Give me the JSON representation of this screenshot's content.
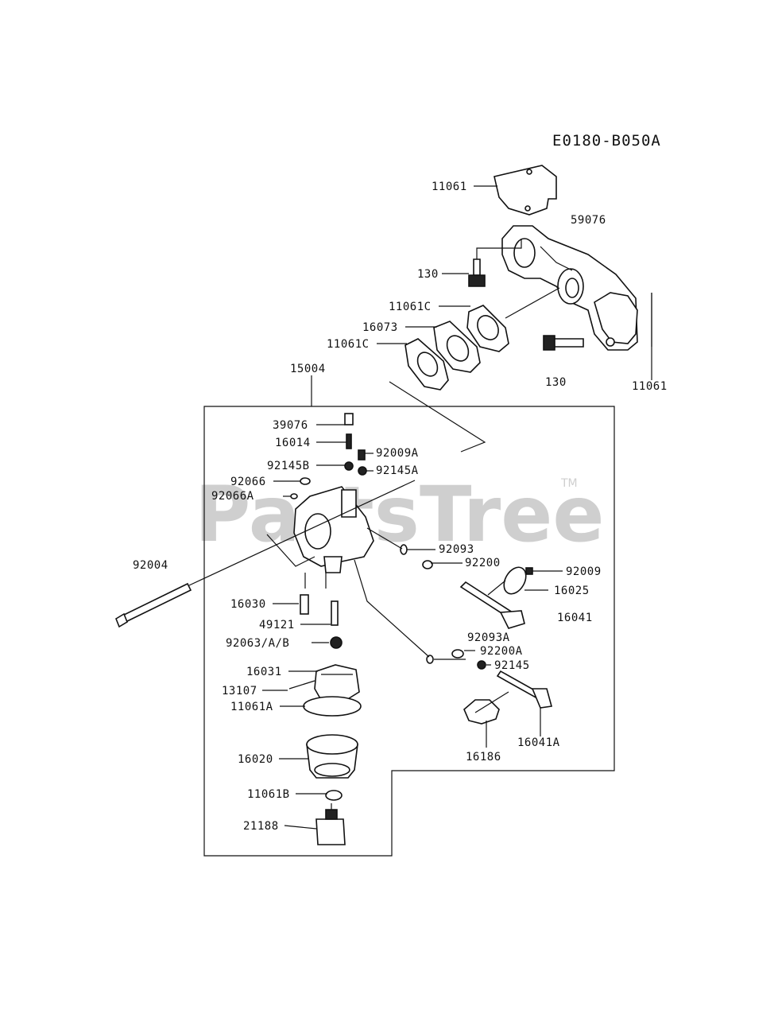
{
  "diagram_code": "E0180-B050A",
  "watermark": {
    "text": "PartsTree",
    "trademark": "TM"
  },
  "callouts": [
    {
      "id": "11061-top",
      "text": "11061"
    },
    {
      "id": "59076",
      "text": "59076"
    },
    {
      "id": "130-top",
      "text": "130"
    },
    {
      "id": "11061C-a",
      "text": "11061C"
    },
    {
      "id": "16073",
      "text": "16073"
    },
    {
      "id": "11061C-b",
      "text": "11061C"
    },
    {
      "id": "130-bolt",
      "text": "130"
    },
    {
      "id": "11061-right",
      "text": "11061"
    },
    {
      "id": "15004",
      "text": "15004"
    },
    {
      "id": "39076",
      "text": "39076"
    },
    {
      "id": "16014",
      "text": "16014"
    },
    {
      "id": "92009A",
      "text": "92009A"
    },
    {
      "id": "92145B",
      "text": "92145B"
    },
    {
      "id": "92145A",
      "text": "92145A"
    },
    {
      "id": "92066",
      "text": "92066"
    },
    {
      "id": "92066A",
      "text": "92066A"
    },
    {
      "id": "92004",
      "text": "92004"
    },
    {
      "id": "92093",
      "text": "92093"
    },
    {
      "id": "92200",
      "text": "92200"
    },
    {
      "id": "92009",
      "text": "92009"
    },
    {
      "id": "16025",
      "text": "16025"
    },
    {
      "id": "16041",
      "text": "16041"
    },
    {
      "id": "16030",
      "text": "16030"
    },
    {
      "id": "49121",
      "text": "49121"
    },
    {
      "id": "92063AB",
      "text": "92063/A/B"
    },
    {
      "id": "92093A",
      "text": "92093A"
    },
    {
      "id": "92200A",
      "text": "92200A"
    },
    {
      "id": "92145",
      "text": "92145"
    },
    {
      "id": "16031",
      "text": "16031"
    },
    {
      "id": "13107",
      "text": "13107"
    },
    {
      "id": "11061A",
      "text": "11061A"
    },
    {
      "id": "16041A",
      "text": "16041A"
    },
    {
      "id": "16186",
      "text": "16186"
    },
    {
      "id": "16020",
      "text": "16020"
    },
    {
      "id": "11061B",
      "text": "11061B"
    },
    {
      "id": "21188",
      "text": "21188"
    }
  ]
}
